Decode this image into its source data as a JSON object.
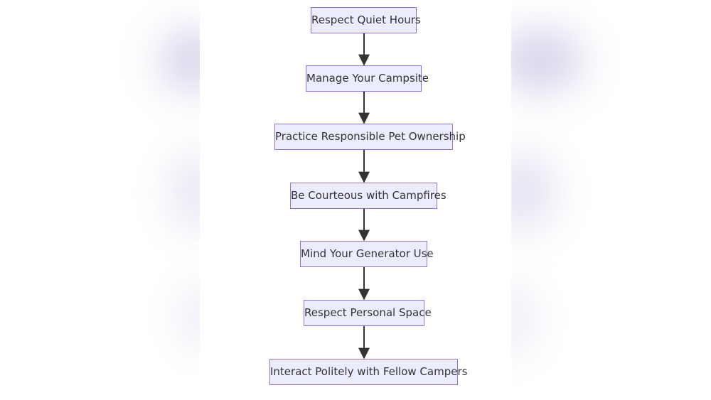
{
  "diagram": {
    "type": "flowchart",
    "direction": "top-down",
    "node_fill": "#ececff",
    "node_border": "#9370db",
    "edge_color": "#333333",
    "nodes": [
      {
        "id": "n1",
        "label": "Respect Quiet Hours"
      },
      {
        "id": "n2",
        "label": "Manage Your Campsite"
      },
      {
        "id": "n3",
        "label": "Practice Responsible Pet Ownership"
      },
      {
        "id": "n4",
        "label": "Be Courteous with Campfires"
      },
      {
        "id": "n5",
        "label": "Mind Your Generator Use"
      },
      {
        "id": "n6",
        "label": "Respect Personal Space"
      },
      {
        "id": "n7",
        "label": "Interact Politely with Fellow Campers"
      }
    ],
    "edges": [
      {
        "from": "n1",
        "to": "n2"
      },
      {
        "from": "n2",
        "to": "n3"
      },
      {
        "from": "n3",
        "to": "n4"
      },
      {
        "from": "n4",
        "to": "n5"
      },
      {
        "from": "n5",
        "to": "n6"
      },
      {
        "from": "n6",
        "to": "n7"
      }
    ]
  }
}
